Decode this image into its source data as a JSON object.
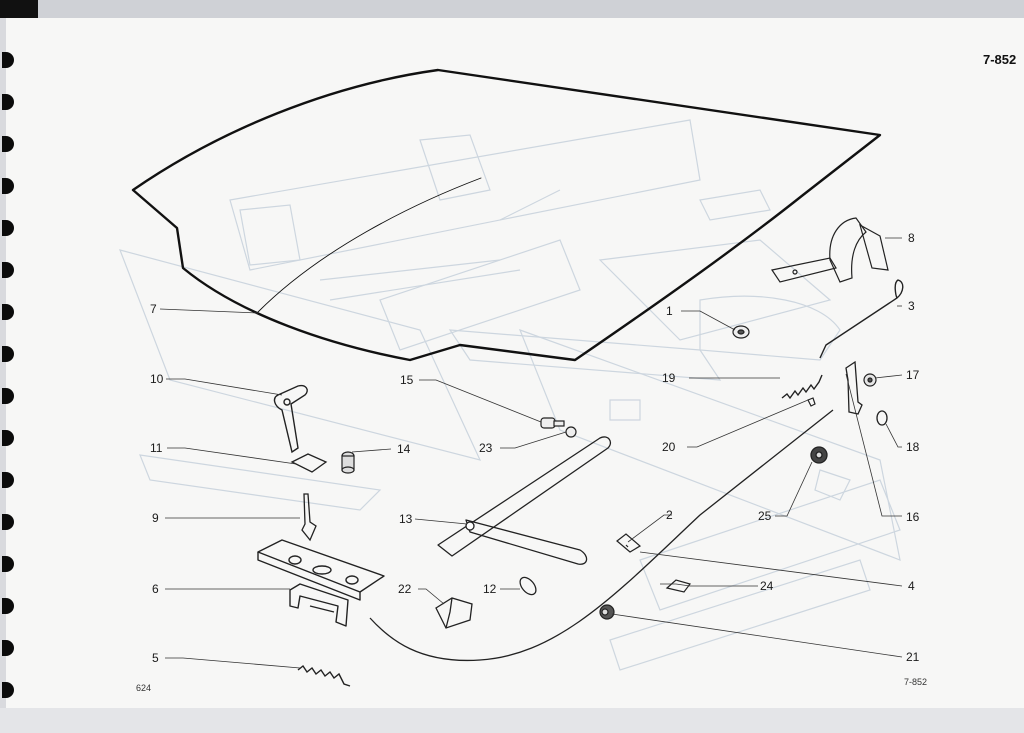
{
  "page": {
    "header_code": "7-852",
    "footer_left": "624",
    "footer_right": "7-852"
  },
  "callouts": [
    "1",
    "2",
    "3",
    "4",
    "5",
    "6",
    "7",
    "8",
    "9",
    "10",
    "11",
    "12",
    "13",
    "14",
    "15",
    "16",
    "17",
    "18",
    "19",
    "20",
    "21",
    "22",
    "23",
    "24",
    "25"
  ],
  "colors": {
    "paper": "#f7f7f6",
    "ink": "#1a1a1a",
    "ghost": "#c9d3dd",
    "binding_holes": "#0b0b0b"
  }
}
